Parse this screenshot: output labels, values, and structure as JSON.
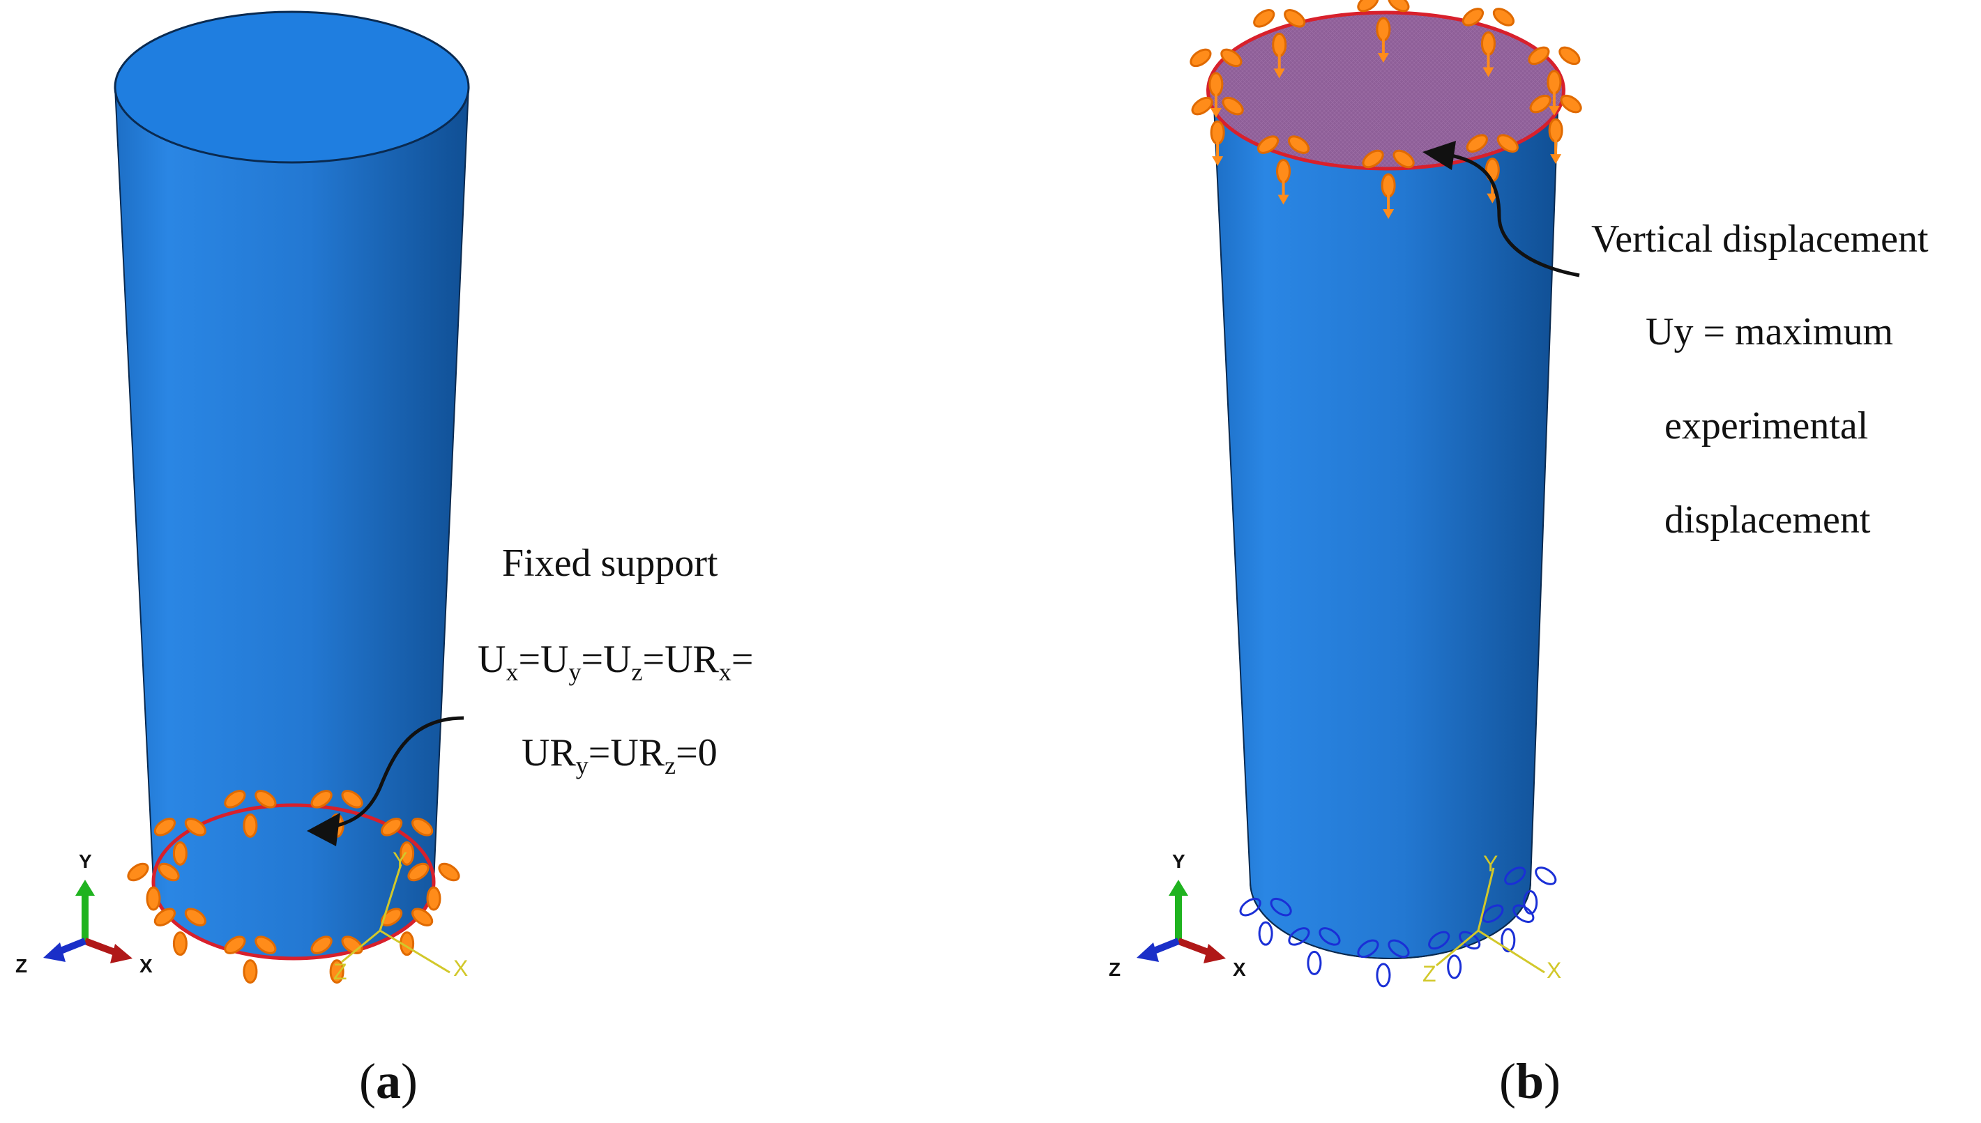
{
  "panel_a": {
    "caption_letter": "a",
    "annotation": {
      "title": "Fixed support",
      "eq1": [
        {
          "t": "U"
        },
        {
          "sub": "x"
        },
        {
          "t": "=U"
        },
        {
          "sub": "y"
        },
        {
          "t": "=U"
        },
        {
          "sub": "z"
        },
        {
          "t": "=UR"
        },
        {
          "sub": "x"
        },
        {
          "t": "="
        }
      ],
      "eq2": [
        {
          "t": "UR"
        },
        {
          "sub": "y"
        },
        {
          "t": "=UR"
        },
        {
          "sub": "z"
        },
        {
          "t": "=0"
        }
      ]
    }
  },
  "panel_b": {
    "caption_letter": "b",
    "annotation": {
      "line1": "Vertical displacement",
      "line2": "Uy = maximum",
      "line3": "experimental",
      "line4": "displacement"
    }
  },
  "triad": {
    "x": "X",
    "y": "Y",
    "z": "Z"
  },
  "csys": {
    "x": "X",
    "y": "Y",
    "z": "Z"
  },
  "colors": {
    "cylinder_light": "#2a86e4",
    "cylinder_dark": "#0f4e94",
    "top_face": "#1f7ee0",
    "loaded_face": "#8e5f98",
    "boundary_marker": "#ff8c1a",
    "bc_blue": "#1a2fd6",
    "edge_red": "#d8202c",
    "triad_y": "#1fb31f",
    "triad_x": "#b01818",
    "triad_z": "#1a2fc8",
    "csys": "#d2c82a"
  }
}
